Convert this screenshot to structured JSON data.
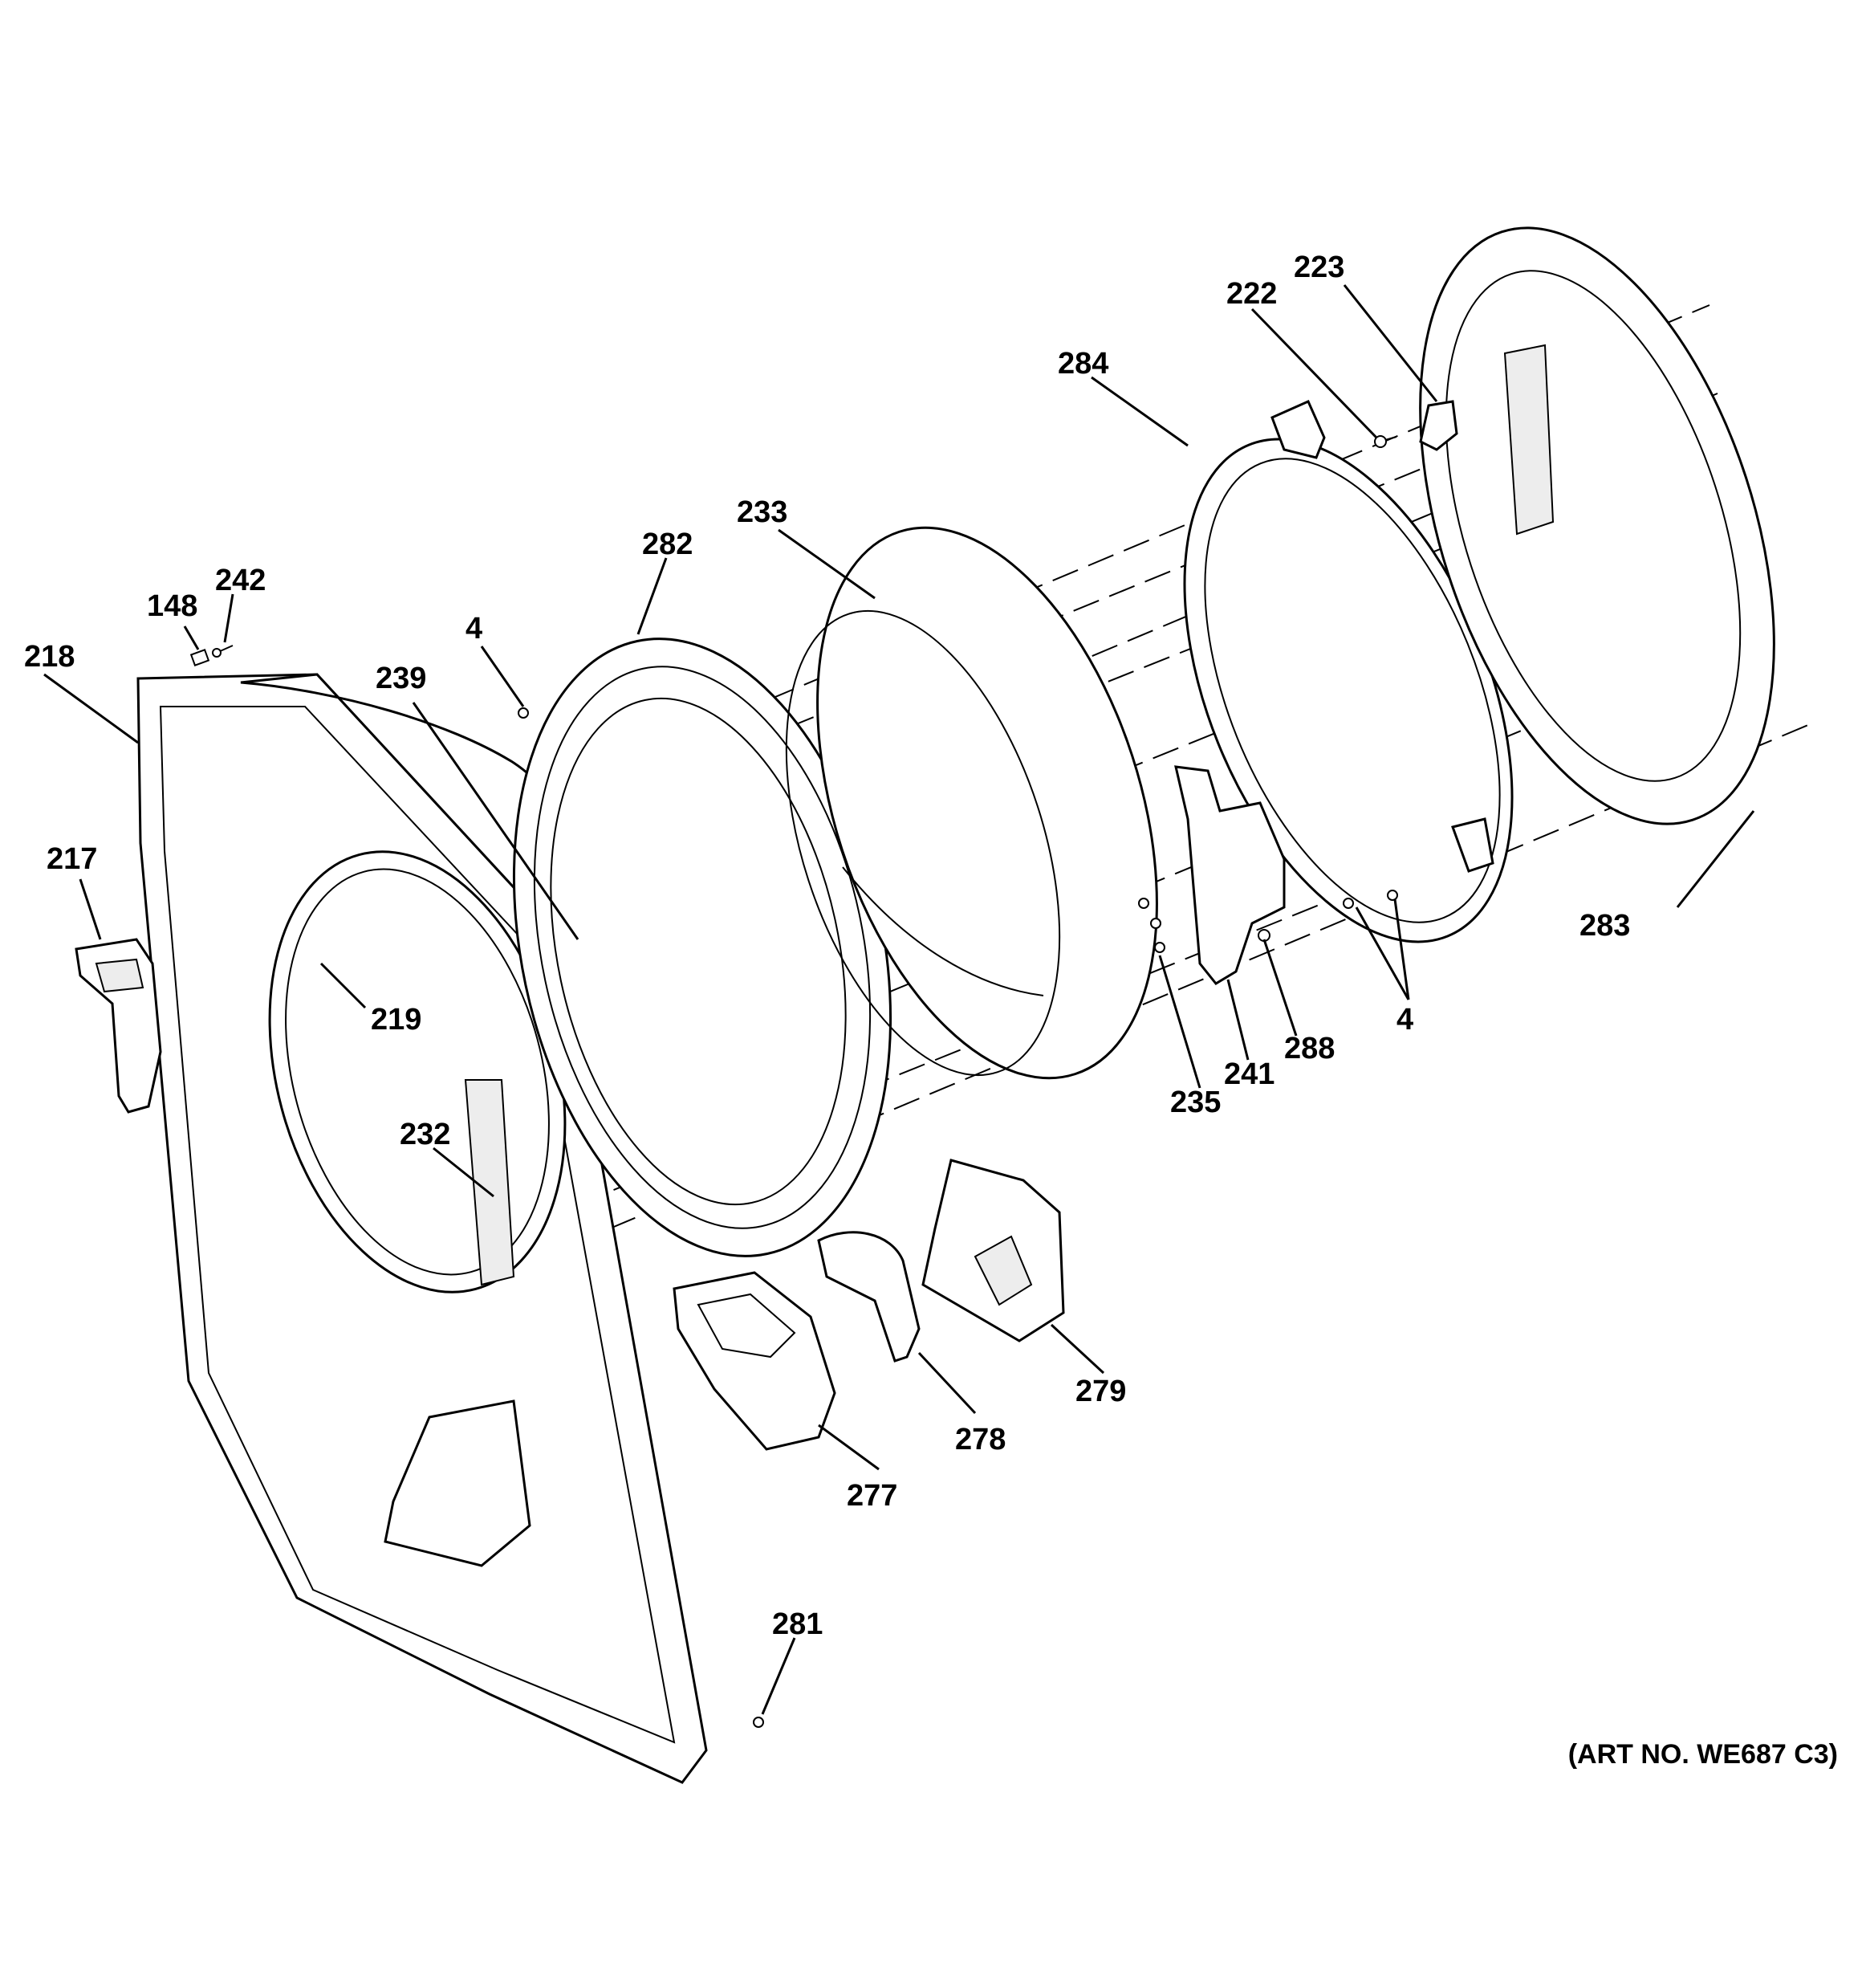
{
  "diagram": {
    "art_number": "(ART NO. WE687 C3)",
    "callouts": {
      "c218": "218",
      "c148": "148",
      "c242": "242",
      "c217": "217",
      "c239": "239",
      "c219": "219",
      "c232": "232",
      "c4a": "4",
      "c282": "282",
      "c233": "233",
      "c284": "284",
      "c222": "222",
      "c223": "223",
      "c283": "283",
      "c4b": "4",
      "c288": "288",
      "c241": "241",
      "c235": "235",
      "c279": "279",
      "c278": "278",
      "c277": "277",
      "c281": "281"
    }
  }
}
